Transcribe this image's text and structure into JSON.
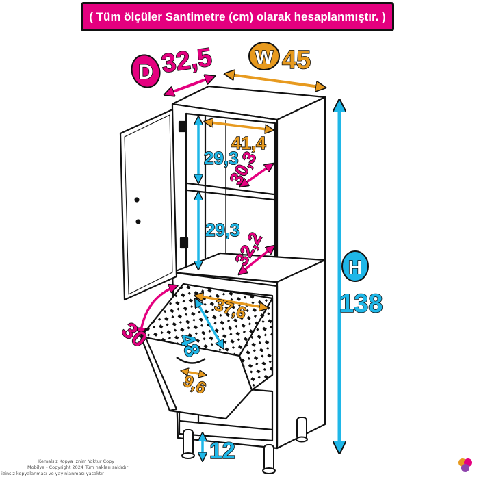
{
  "banner": "( Tüm ölçüler Santimetre (cm) olarak hesaplanmıştır. )",
  "labels": {
    "depth_letter": "D",
    "depth_value": "32,5",
    "width_letter": "W",
    "width_value": "45",
    "height_letter": "H",
    "height_value": "138",
    "inner_width_top": "41,4",
    "shelf_height_1": "29,3",
    "shelf_depth_1": "30,3",
    "shelf_height_2": "29,3",
    "shelf_depth_2": "32,2",
    "basket_angle": "30",
    "basket_height": "48",
    "basket_width": "37,6",
    "handle_width": "9,6",
    "leg_height": "12"
  },
  "watermark": [
    "Kemalsiz Kopya Iznim Yoktur Copy",
    "Mobilya - Copyright 2024 Tüm hakları saklıdır",
    "izinsiz kopyalanması ve yayınlanması yasaktır"
  ],
  "colors": {
    "pink": "#e4007f",
    "cyan": "#1fb7e8",
    "orange": "#e79a1f",
    "outline": "#111111"
  }
}
